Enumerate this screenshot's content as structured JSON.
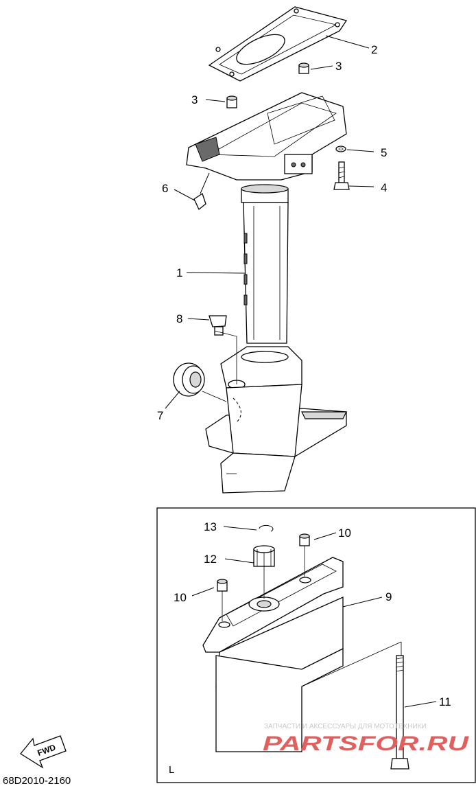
{
  "diagram": {
    "callouts": {
      "c1": "1",
      "c2": "2",
      "c3a": "3",
      "c3b": "3",
      "c4": "4",
      "c5": "5",
      "c6": "6",
      "c7": "7",
      "c8": "8",
      "c9": "9",
      "c10a": "10",
      "c10b": "10",
      "c11": "11",
      "c12": "12",
      "c13": "13"
    },
    "inset_label": "L",
    "direction_arrow": "FWD",
    "diagram_code": "68D2010-2160",
    "watermark": {
      "tagline": "ЗАПЧАСТИ И АКСЕССУАРЫ ДЛЯ МОТОТЕХНИКИ",
      "logo_text": "PARTSFOR.RU",
      "logo_color": "#e06060",
      "tagline_color": "#c8c8c8"
    }
  }
}
